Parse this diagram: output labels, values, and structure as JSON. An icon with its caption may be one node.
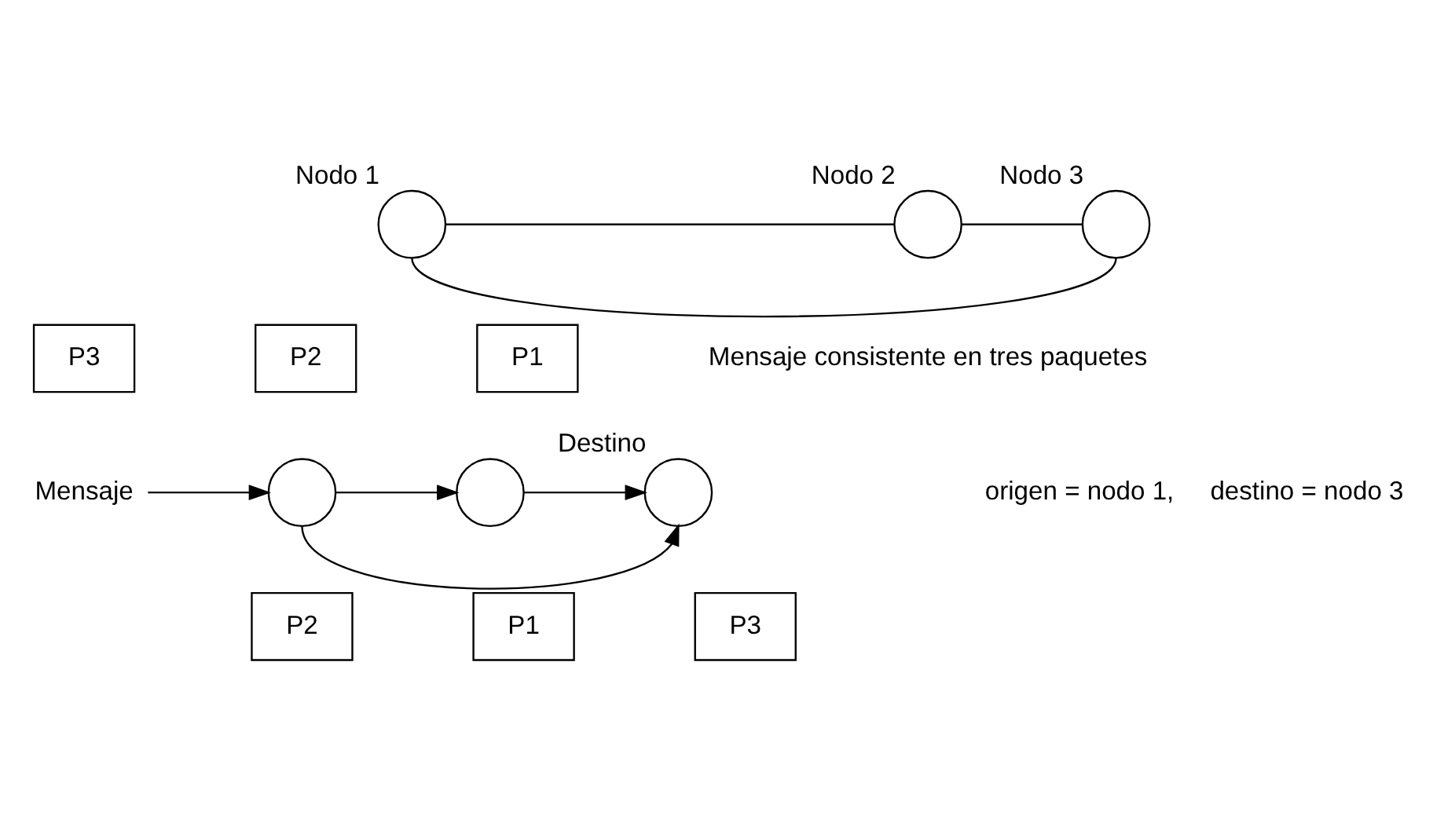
{
  "diagram": {
    "nodes": [
      {
        "text": [
          "Nodo 1"
        ]
      },
      {
        "text": [
          "Nodo 2"
        ]
      },
      {
        "text": [
          "Nodo 3"
        ]
      },
      {
        "text": [
          "P3"
        ]
      },
      {
        "text": [
          "P2"
        ]
      },
      {
        "text": [
          "P1"
        ]
      },
      {
        "text": [
          "Mensaje"
        ]
      },
      {
        "text": [],
        "shape": "circle"
      },
      {
        "text": [],
        "shape": "circle"
      },
      {
        "text": [],
        "shape": "circle",
        "beside": [
          "Destino"
        ]
      },
      {
        "text": [
          "P2"
        ]
      },
      {
        "text": [
          "P1"
        ]
      },
      {
        "text": [
          "P3"
        ]
      }
    ],
    "edges": [
      {
        "from": 0,
        "to": 1,
        "arrow": "none"
      },
      {
        "from": 1,
        "to": 2,
        "arrow": "none"
      },
      {
        "from": 0,
        "to": 2,
        "arrow": "none"
      },
      {
        "from": 6,
        "to": 7,
        "arrow": "to"
      },
      {
        "from": 7,
        "to": 8,
        "arrow": "to"
      },
      {
        "from": 8,
        "to": 9,
        "arrow": "to"
      },
      {
        "from": 7,
        "to": 9,
        "arrow": "to"
      }
    ],
    "labels": [
      "Mensaje consistente en tres paquetes",
      "origen = nodo 1,     destino = nodo 3"
    ]
  }
}
